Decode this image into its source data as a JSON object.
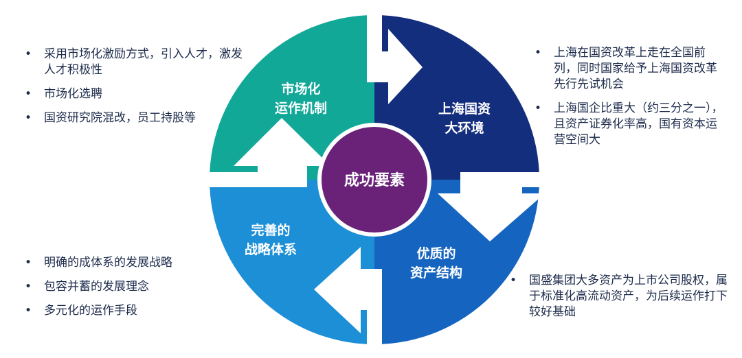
{
  "colors": {
    "teal": "#12a898",
    "navy": "#142e7e",
    "lightblue": "#1c8fd6",
    "blue": "#1565c0",
    "center": "#6a2178",
    "text": "#1b2a4a"
  },
  "diagram": {
    "center": "成功要素",
    "quadrants": [
      {
        "id": "top-left",
        "lines": [
          "市场化",
          "运作机制"
        ]
      },
      {
        "id": "top-right",
        "lines": [
          "上海国资",
          "大环境"
        ]
      },
      {
        "id": "bottom-right",
        "lines": [
          "优质的",
          "资产结构"
        ]
      },
      {
        "id": "bottom-left",
        "lines": [
          "完善的",
          "战略体系"
        ]
      }
    ]
  },
  "notes": {
    "top_left": [
      "采用市场化激励方式，引入人才，激发人才积极性",
      "市场化选聘",
      "国资研究院混改，员工持股等"
    ],
    "top_right": [
      "上海在国资改革上走在全国前列，同时国家给予上海国资改革先行先试机会",
      "上海国企比重大（约三分之一），且资产证券化率高，国有资本运营空间大"
    ],
    "bottom_left": [
      "明确的成体系的发展战略",
      "包容并蓄的发展理念",
      "多元化的运作手段"
    ],
    "bottom_right": [
      "国盛集团大多资产为上市公司股权，属于标准化高流动资产，为后续运作打下较好基础"
    ]
  }
}
